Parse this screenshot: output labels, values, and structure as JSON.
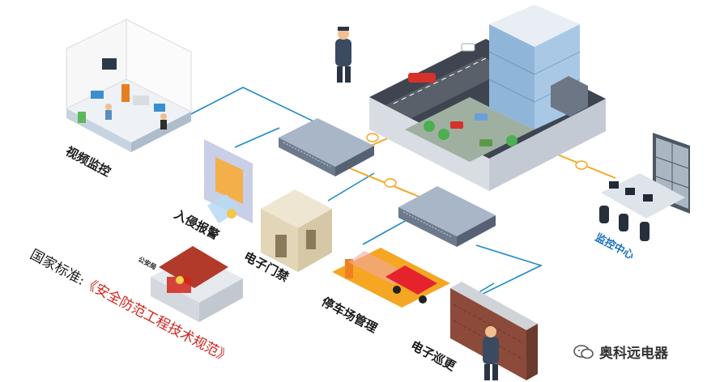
{
  "labels": {
    "video": "视频监控",
    "intrusion": "入侵报警",
    "door": "电子门禁",
    "parking": "停车场管理",
    "patrol": "电子巡更",
    "center": "监控中心"
  },
  "standard": {
    "prefix": "国家标准:",
    "title": "《安全防范工程技术规范》"
  },
  "building_sign": "公安局",
  "watermark": "奥科远电器",
  "icons": {
    "watermark": "wechat-icon"
  },
  "colors": {
    "link": "#1e88c8",
    "fiber": "#f5a623",
    "switch": "#7a8aa0",
    "standard_title": "#d0241a"
  }
}
